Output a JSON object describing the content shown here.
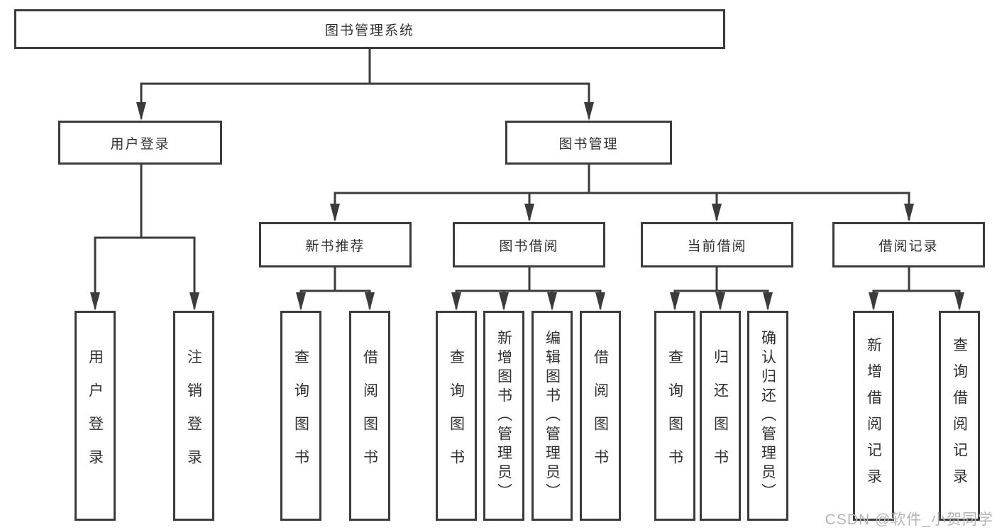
{
  "tree": {
    "label": "图书管理系统",
    "children": [
      {
        "label": "用户登录",
        "children": [
          {
            "label": "用户登录"
          },
          {
            "label": "注销登录"
          }
        ]
      },
      {
        "label": "图书管理",
        "children": [
          {
            "label": "新书推荐",
            "children": [
              {
                "label": "查询图书"
              },
              {
                "label": "借阅图书"
              }
            ]
          },
          {
            "label": "图书借阅",
            "children": [
              {
                "label": "查询图书"
              },
              {
                "label": "新增图书（管理员）"
              },
              {
                "label": "编辑图书（管理员）"
              },
              {
                "label": "借阅图书"
              }
            ]
          },
          {
            "label": "当前借阅",
            "children": [
              {
                "label": "查询图书"
              },
              {
                "label": "归还图书"
              },
              {
                "label": "确认归还（管理员）"
              }
            ]
          },
          {
            "label": "借阅记录",
            "children": [
              {
                "label": "新增借阅记录"
              },
              {
                "label": "查询借阅记录"
              }
            ]
          }
        ]
      }
    ]
  },
  "watermark": {
    "text": "CSDN @软件_小贺同学"
  },
  "colors": {
    "line": "#3b3b3b",
    "box_border": "#3b3b3b",
    "text": "#303030",
    "background": "#ffffff",
    "watermark": "#b5b5b5"
  }
}
